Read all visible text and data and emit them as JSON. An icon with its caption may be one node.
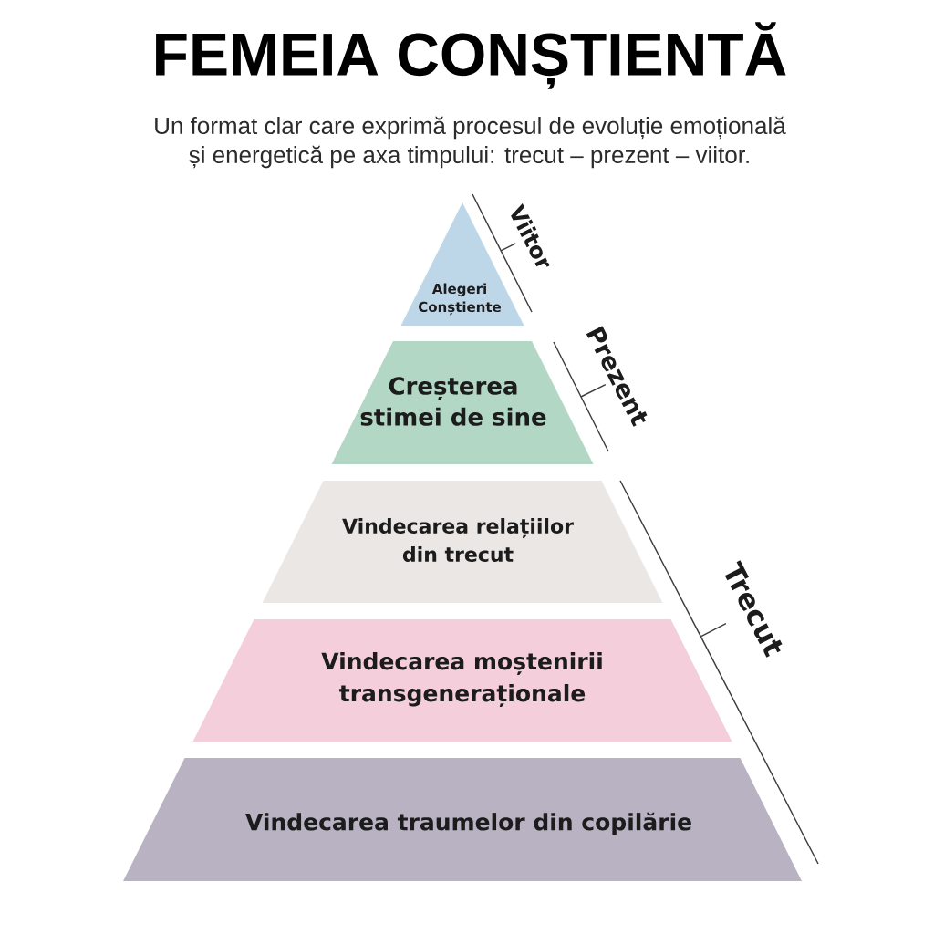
{
  "diagram": {
    "title": "FEMEIA CONȘTIENTĂ",
    "nodes": [
      {
        "text": [
          "Alegeri Conștiente"
        ]
      },
      {
        "text": [
          "Creșterea stimei de sine"
        ]
      },
      {
        "text": [
          "Vindecarea relațiilor din trecut"
        ]
      },
      {
        "text": [
          "Vindecarea moștenirii transgeneraționale"
        ]
      },
      {
        "text": [
          "Vindecarea traumelor din copilărie"
        ]
      }
    ],
    "labels": [
      "Un format clar care exprimă procesul de evoluție emoțională și energetică pe axa timpului: trecut – prezent – viitor.",
      "Viitor",
      "Prezent",
      "Trecut"
    ]
  }
}
